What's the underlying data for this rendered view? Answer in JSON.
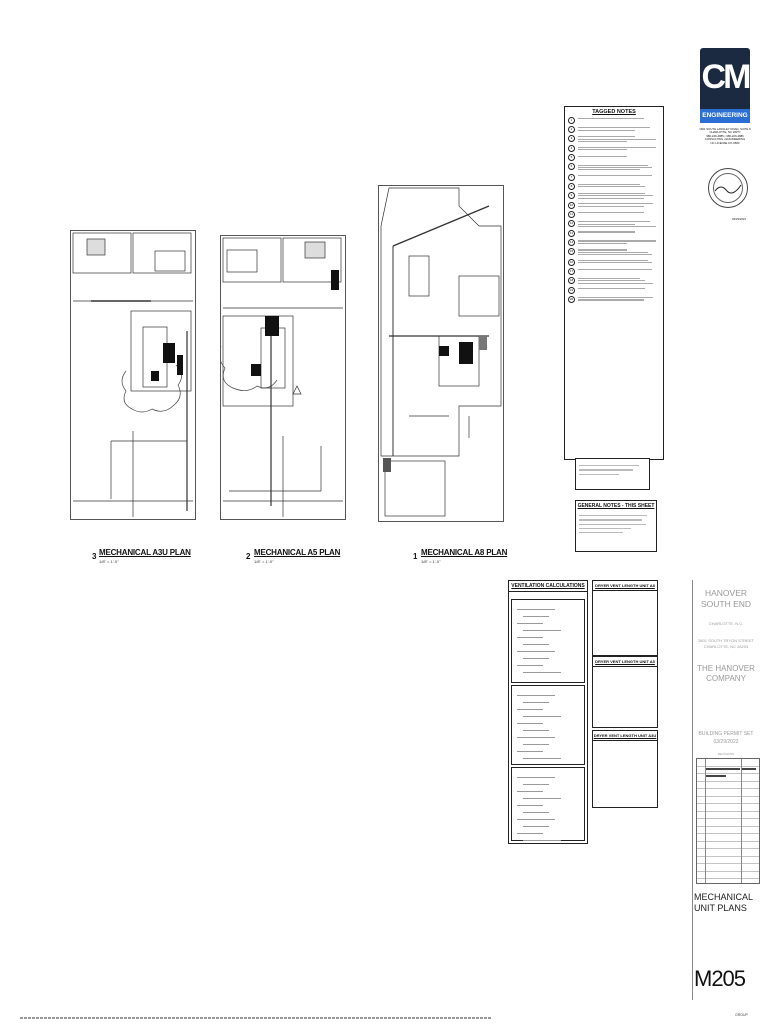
{
  "drawing_plans": [
    {
      "num": "3",
      "title": "MECHANICAL A3U PLAN",
      "scale": "1/8\" = 1'-0\""
    },
    {
      "num": "2",
      "title": "MECHANICAL A5 PLAN",
      "scale": "1/8\" = 1'-0\""
    },
    {
      "num": "1",
      "title": "MECHANICAL A8 PLAN",
      "scale": "1/8\" = 1'-0\""
    }
  ],
  "firm": {
    "logo_text": "CM",
    "logo_sub": "ENGINEERING",
    "address": [
      "1601 SOUTH LANGLEY ROAD, SUITE 5",
      "CHARLOTTE, NC 28277",
      "980-229-4885 • 980-229-4886",
      "CONSULTING • ENGINEERING",
      "NC LICENSE # P-0580"
    ],
    "seal_date": "03/29/2022"
  },
  "tagged_notes": {
    "title": "TAGGED NOTES",
    "count": 20
  },
  "general_notes": {
    "title": "GENERAL NOTES - THIS SHEET"
  },
  "ventilation": {
    "title": "VENTILATION CALCULATIONS"
  },
  "dryer_vents": [
    {
      "title": "DRYER VENT LENGTH UNIT A8"
    },
    {
      "title": "DRYER VENT LENGTH UNIT A5"
    },
    {
      "title": "DRYER VENT LENGTH UNIT A3U"
    }
  ],
  "title_block": {
    "project": "HANOVER SOUTH END",
    "city": "CHARLOTTE, N.C.",
    "street": "2601 SOUTH TRYON STREET",
    "city_state": "CHARLOTTE, NC 28203",
    "client": "THE HANOVER COMPANY",
    "set_name": "BUILDING PERMIT SET",
    "set_date": "03/29/2022",
    "revisions_label": "REVISIONS",
    "sheet_title": "MECHANICAL UNIT PLANS",
    "sheet_number": "M205",
    "sheet_code": "GROUP"
  },
  "colors": {
    "logo_dark": "#1b2a40",
    "logo_accent": "#2a6fd1",
    "line": "#222222",
    "title_block_text": "#9a9a9a"
  }
}
